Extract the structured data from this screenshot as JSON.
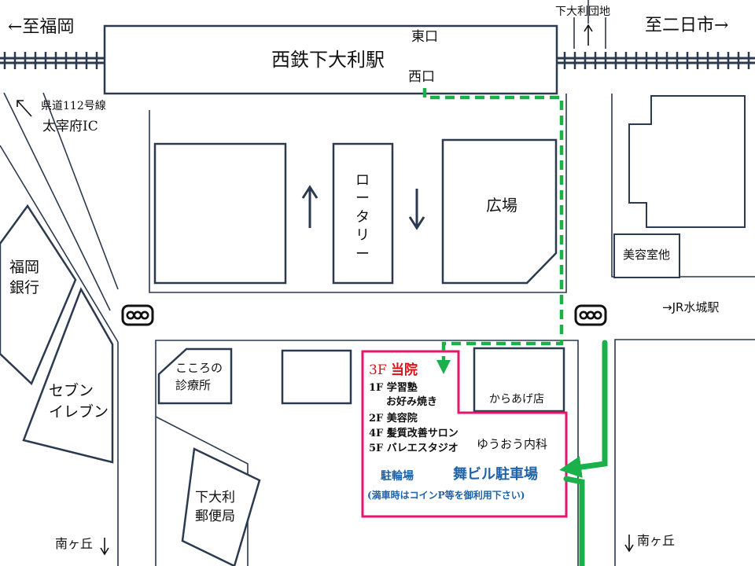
{
  "colors": {
    "line": "#2b3a4f",
    "route_green": "#1ab04a",
    "clinic_pink": "#e6156d",
    "clinic_title_red": "#e0101a",
    "parking_blue": "#1f63a8"
  },
  "directions": {
    "to_fukuoka": "←至福岡",
    "to_futsukaichi": "至二日市→",
    "shimoori_danchi": "下大利団地",
    "prefectural_road": "県道112号線",
    "dazaifu_ic": "太宰府IC",
    "jr_mizuki": "→JR水城駅",
    "minamigaoka_left": "南ヶ丘",
    "minamigaoka_right": "南ヶ丘"
  },
  "station": {
    "name": "西鉄下大利駅",
    "east_exit": "東口",
    "west_exit": "西口"
  },
  "blocks": {
    "rotary": "ロータリー",
    "plaza": "広場",
    "beauty_salon": "美容室他",
    "fukuoka_bank_1": "福岡",
    "fukuoka_bank_2": "銀行",
    "seven_1": "セブン",
    "seven_2": "イレブン",
    "kokoro_1": "こころの",
    "kokoro_2": "診療所",
    "karaage": "からあげ店",
    "post_1": "下大利",
    "post_2": "郵便局"
  },
  "icons": [
    "traffic-signal-icon",
    "up-arrow-icon",
    "down-arrow-icon"
  ],
  "clinic": {
    "floor_3": "3F",
    "title": "当院",
    "floor_1": "1F 学習塾",
    "floor_1b": "お好み焼き",
    "floor_2": "2F 美容院",
    "floor_4": "4F 髪質改善サロン",
    "floor_5": "5F バレエスタジオ",
    "neighbor": "ゆうおう内科",
    "bicycle_parking": "駐輪場",
    "car_parking": "舞ビル駐車場",
    "parking_note": "(満車時はコインP等を御利用下さい)"
  }
}
